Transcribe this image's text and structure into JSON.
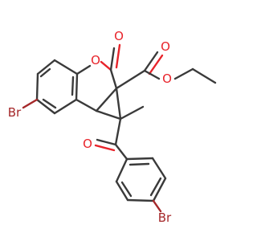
{
  "molecule": {
    "atoms": {
      "ring_oxygen": "O",
      "lactone_carbonyl_oxygen": "O",
      "ester_carbonyl_oxygen": "O",
      "ester_ether_oxygen": "O",
      "ketone_oxygen": "O",
      "bromine_left": "Br",
      "bromine_bottom": "Br"
    },
    "colors": {
      "bond": "#3a3a3a",
      "oxygen": "#e8232a",
      "bromine": "#a5282a",
      "background": "#ffffff"
    }
  }
}
